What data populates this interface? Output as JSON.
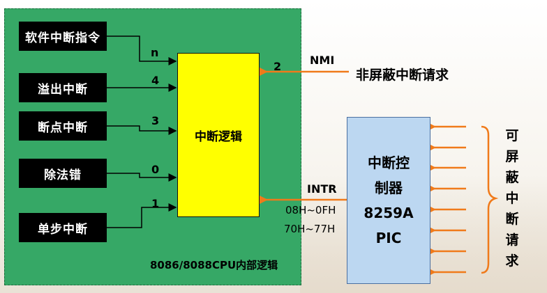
{
  "sources": [
    {
      "label": "软件中断指令",
      "code": "n"
    },
    {
      "label": "溢出中断",
      "code": "4"
    },
    {
      "label": "断点中断",
      "code": "3"
    },
    {
      "label": "除法错",
      "code": "0"
    },
    {
      "label": "单步中断",
      "code": "1"
    }
  ],
  "logic": {
    "label": "中断逻辑"
  },
  "nmi": {
    "code": "2",
    "name": "NMI",
    "desc": "非屏蔽中断请求"
  },
  "intr": {
    "name": "INTR",
    "range1": "08H~0FH",
    "range2": "70H~77H"
  },
  "pic": {
    "line1": "中断控",
    "line2": "制器",
    "line3": "8259A",
    "line4": "PIC"
  },
  "cpu_caption": "8086/8088CPU内部逻辑",
  "maskable": {
    "chars": [
      "可",
      "屏",
      "蔽",
      "中",
      "断",
      "请",
      "求"
    ]
  },
  "colors": {
    "panel": "#36a866",
    "logic": "#ffff00",
    "pic": "#bcd7f1",
    "arrow": "#f07a1a",
    "source_box": "#000000"
  }
}
